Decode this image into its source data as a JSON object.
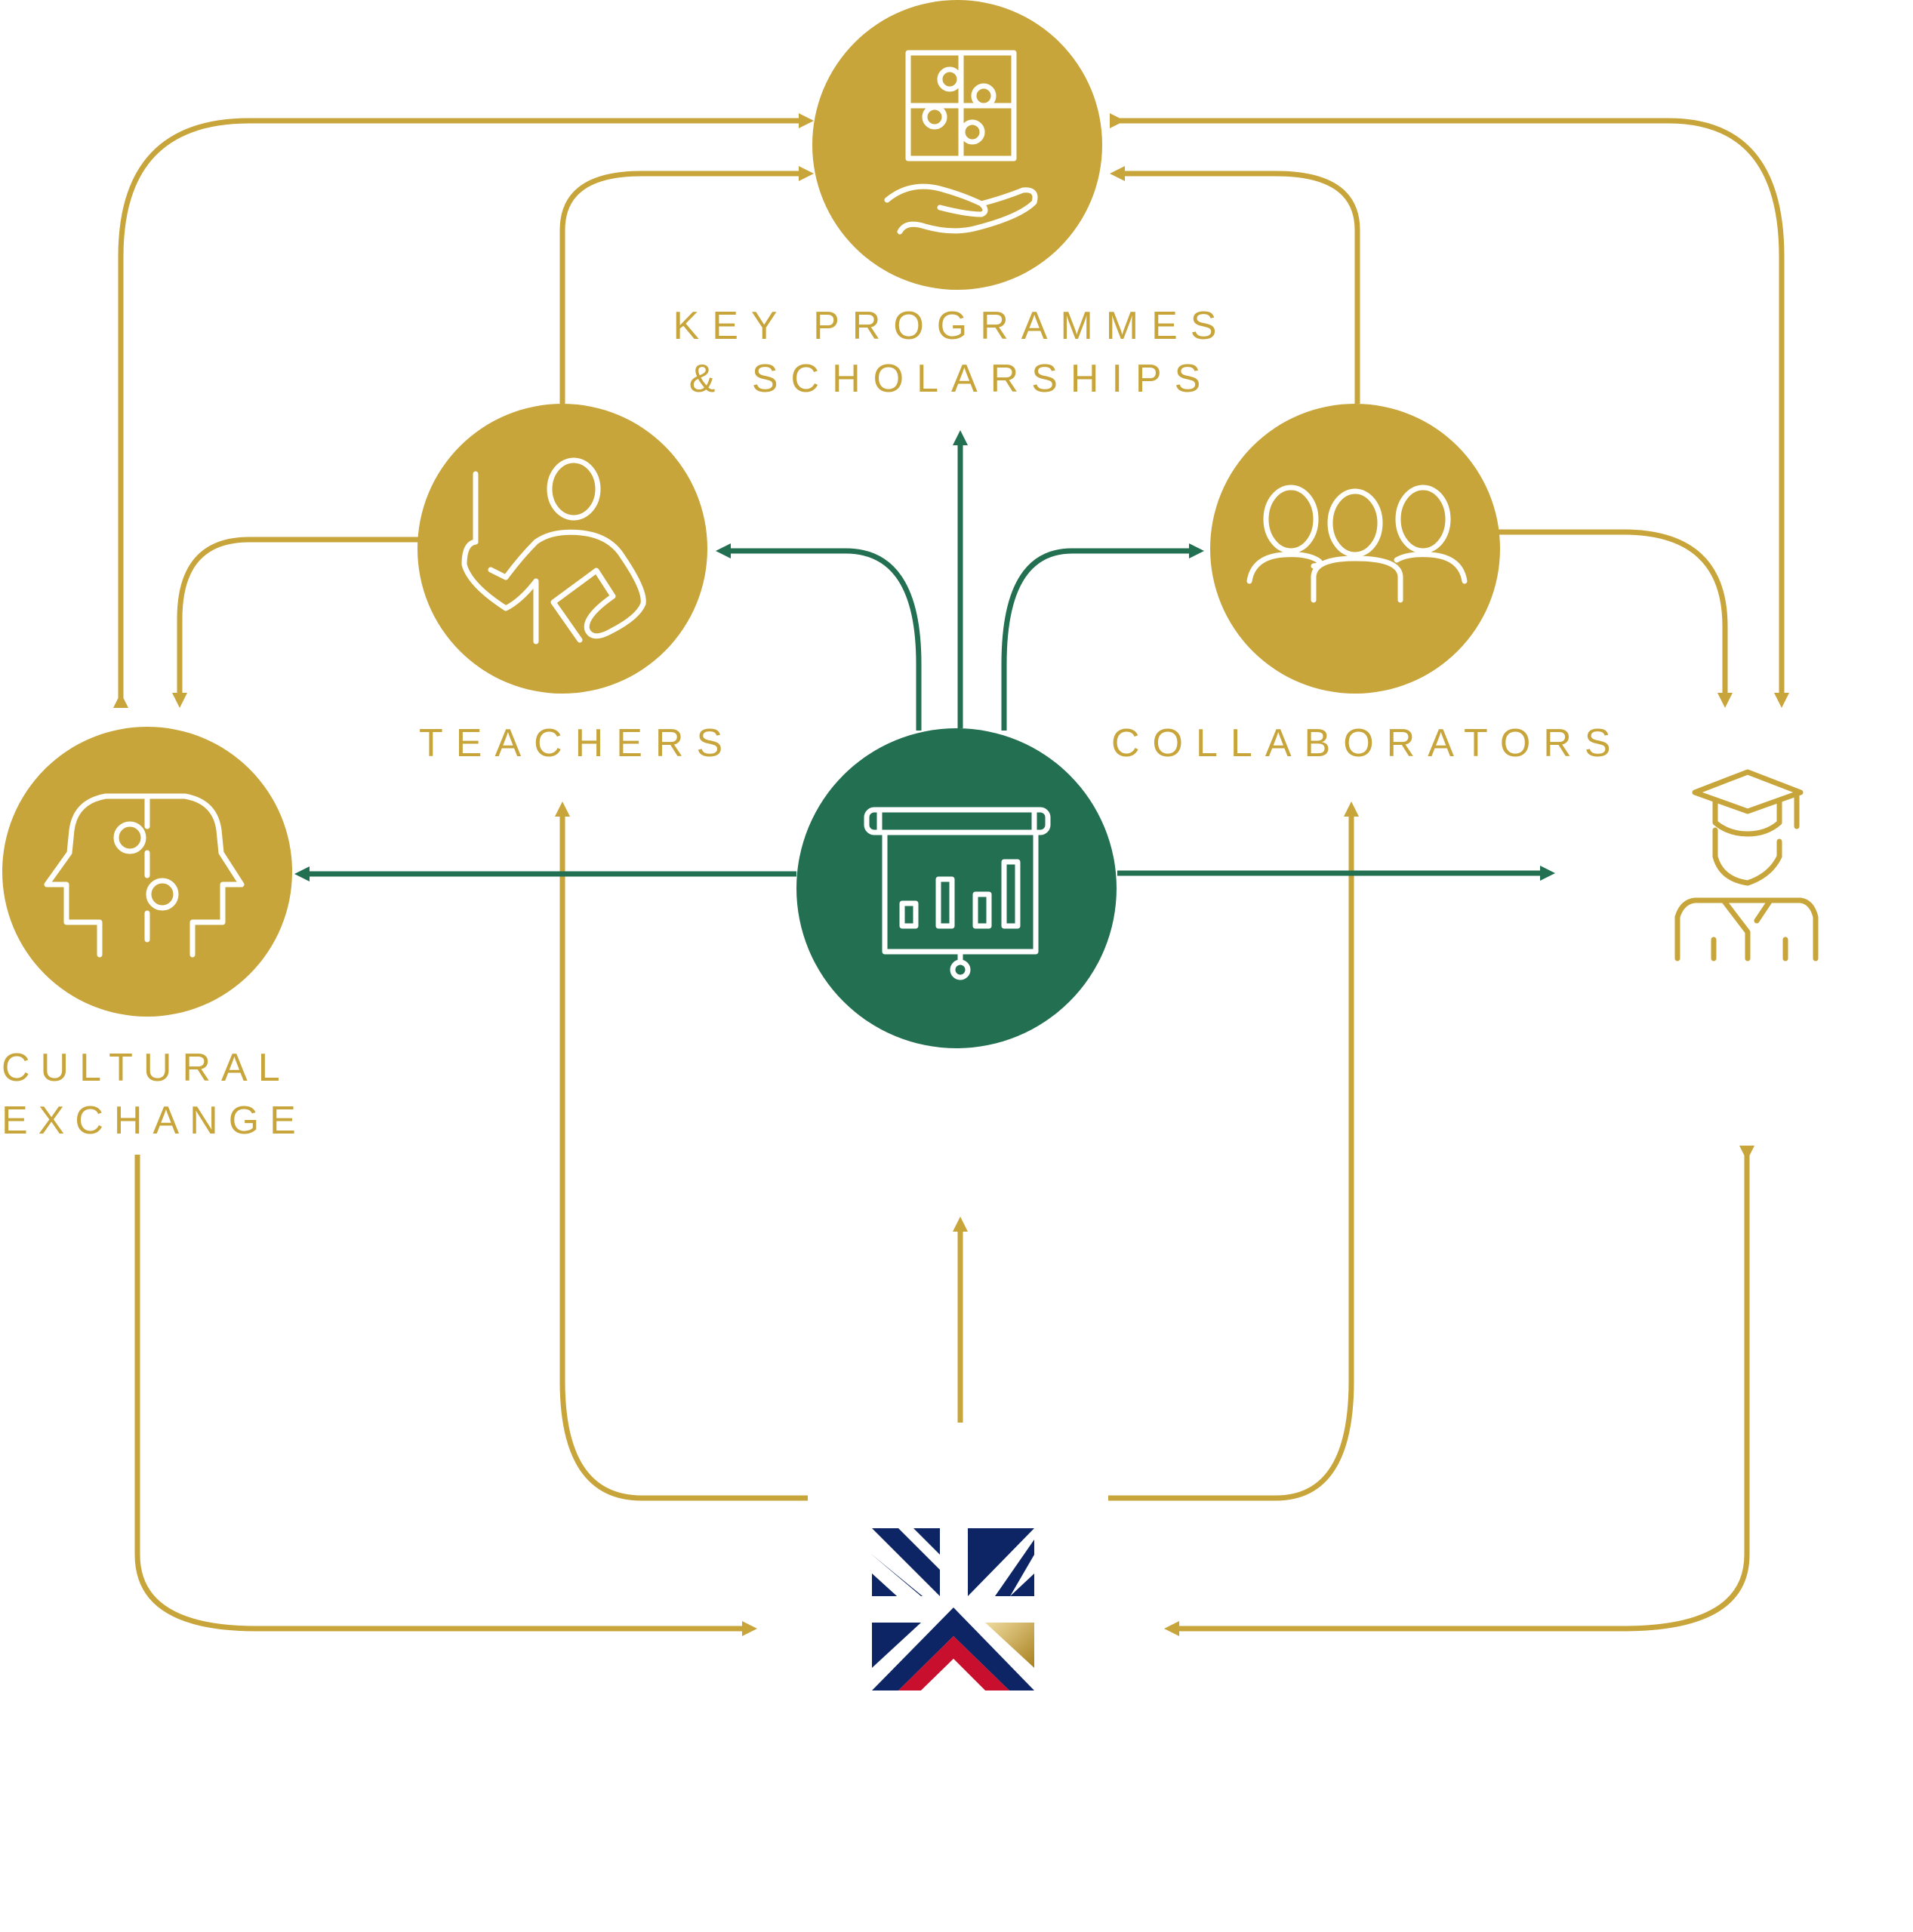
{
  "colors": {
    "gold": "#c8a53a",
    "green": "#236f51",
    "white": "#ffffff",
    "navy": "#0d2564",
    "red": "#c8102e"
  },
  "nodes": {
    "key_programmes": {
      "label_line1": "KEY PROGRAMMES",
      "label_line2": "& SCHOLARSHIPS",
      "icon": "puzzle-hand-icon"
    },
    "teachers": {
      "label": "TEACHERS",
      "icon": "teacher-pointer-icon"
    },
    "collaborators": {
      "label": "COLLABORATORS",
      "icon": "people-group-icon"
    },
    "cultural_exchange": {
      "label_line1": "CULTURAL",
      "label_line2": "EXCHANGE",
      "icon": "heads-puzzle-icon"
    },
    "students": {
      "icon": "graduate-icon"
    },
    "center": {
      "icon": "presentation-chart-icon"
    },
    "logo": {
      "icon": "union-jack-chevron-logo"
    }
  }
}
